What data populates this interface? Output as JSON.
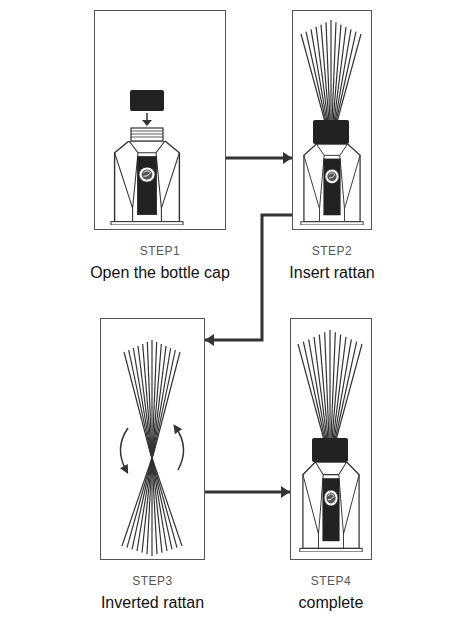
{
  "diagram": {
    "nodes": [
      {
        "text": [
          "STEP1",
          "Open the bottle cap"
        ]
      },
      {
        "text": [
          "STEP2",
          "Insert rattan"
        ]
      },
      {
        "text": [
          "STEP3",
          "Inverted rattan"
        ]
      },
      {
        "text": [
          "STEP4",
          "complete"
        ]
      }
    ],
    "edges": [
      {
        "from": 0,
        "to": 1,
        "arrow": "to"
      },
      {
        "from": 1,
        "to": 2,
        "arrow": "to"
      },
      {
        "from": 2,
        "to": 3,
        "arrow": "to"
      }
    ]
  }
}
